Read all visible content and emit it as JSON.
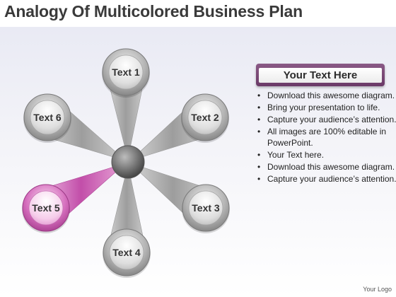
{
  "title": "Analogy Of Multicolored Business Plan",
  "hub": {
    "color": "#6e6e6e"
  },
  "nodes": [
    {
      "label": "Text 1",
      "highlighted": false
    },
    {
      "label": "Text 2",
      "highlighted": false
    },
    {
      "label": "Text 3",
      "highlighted": false
    },
    {
      "label": "Text 4",
      "highlighted": false
    },
    {
      "label": "Text 5",
      "highlighted": true
    },
    {
      "label": "Text 6",
      "highlighted": false
    }
  ],
  "colors": {
    "accent": "#c24ea9",
    "accent_light": "#f0c3e6",
    "neutral": "#a8a8a8",
    "header": "#6b3a68"
  },
  "panel": {
    "header": "Your Text Here",
    "bullets": [
      "Download this awesome diagram.",
      "Bring your presentation to life.",
      "Capture your audience’s attention.",
      "All images are 100% editable in PowerPoint.",
      "Your Text here.",
      "Download this awesome diagram.",
      "Capture your audience’s attention."
    ]
  },
  "logo": "Your Logo"
}
